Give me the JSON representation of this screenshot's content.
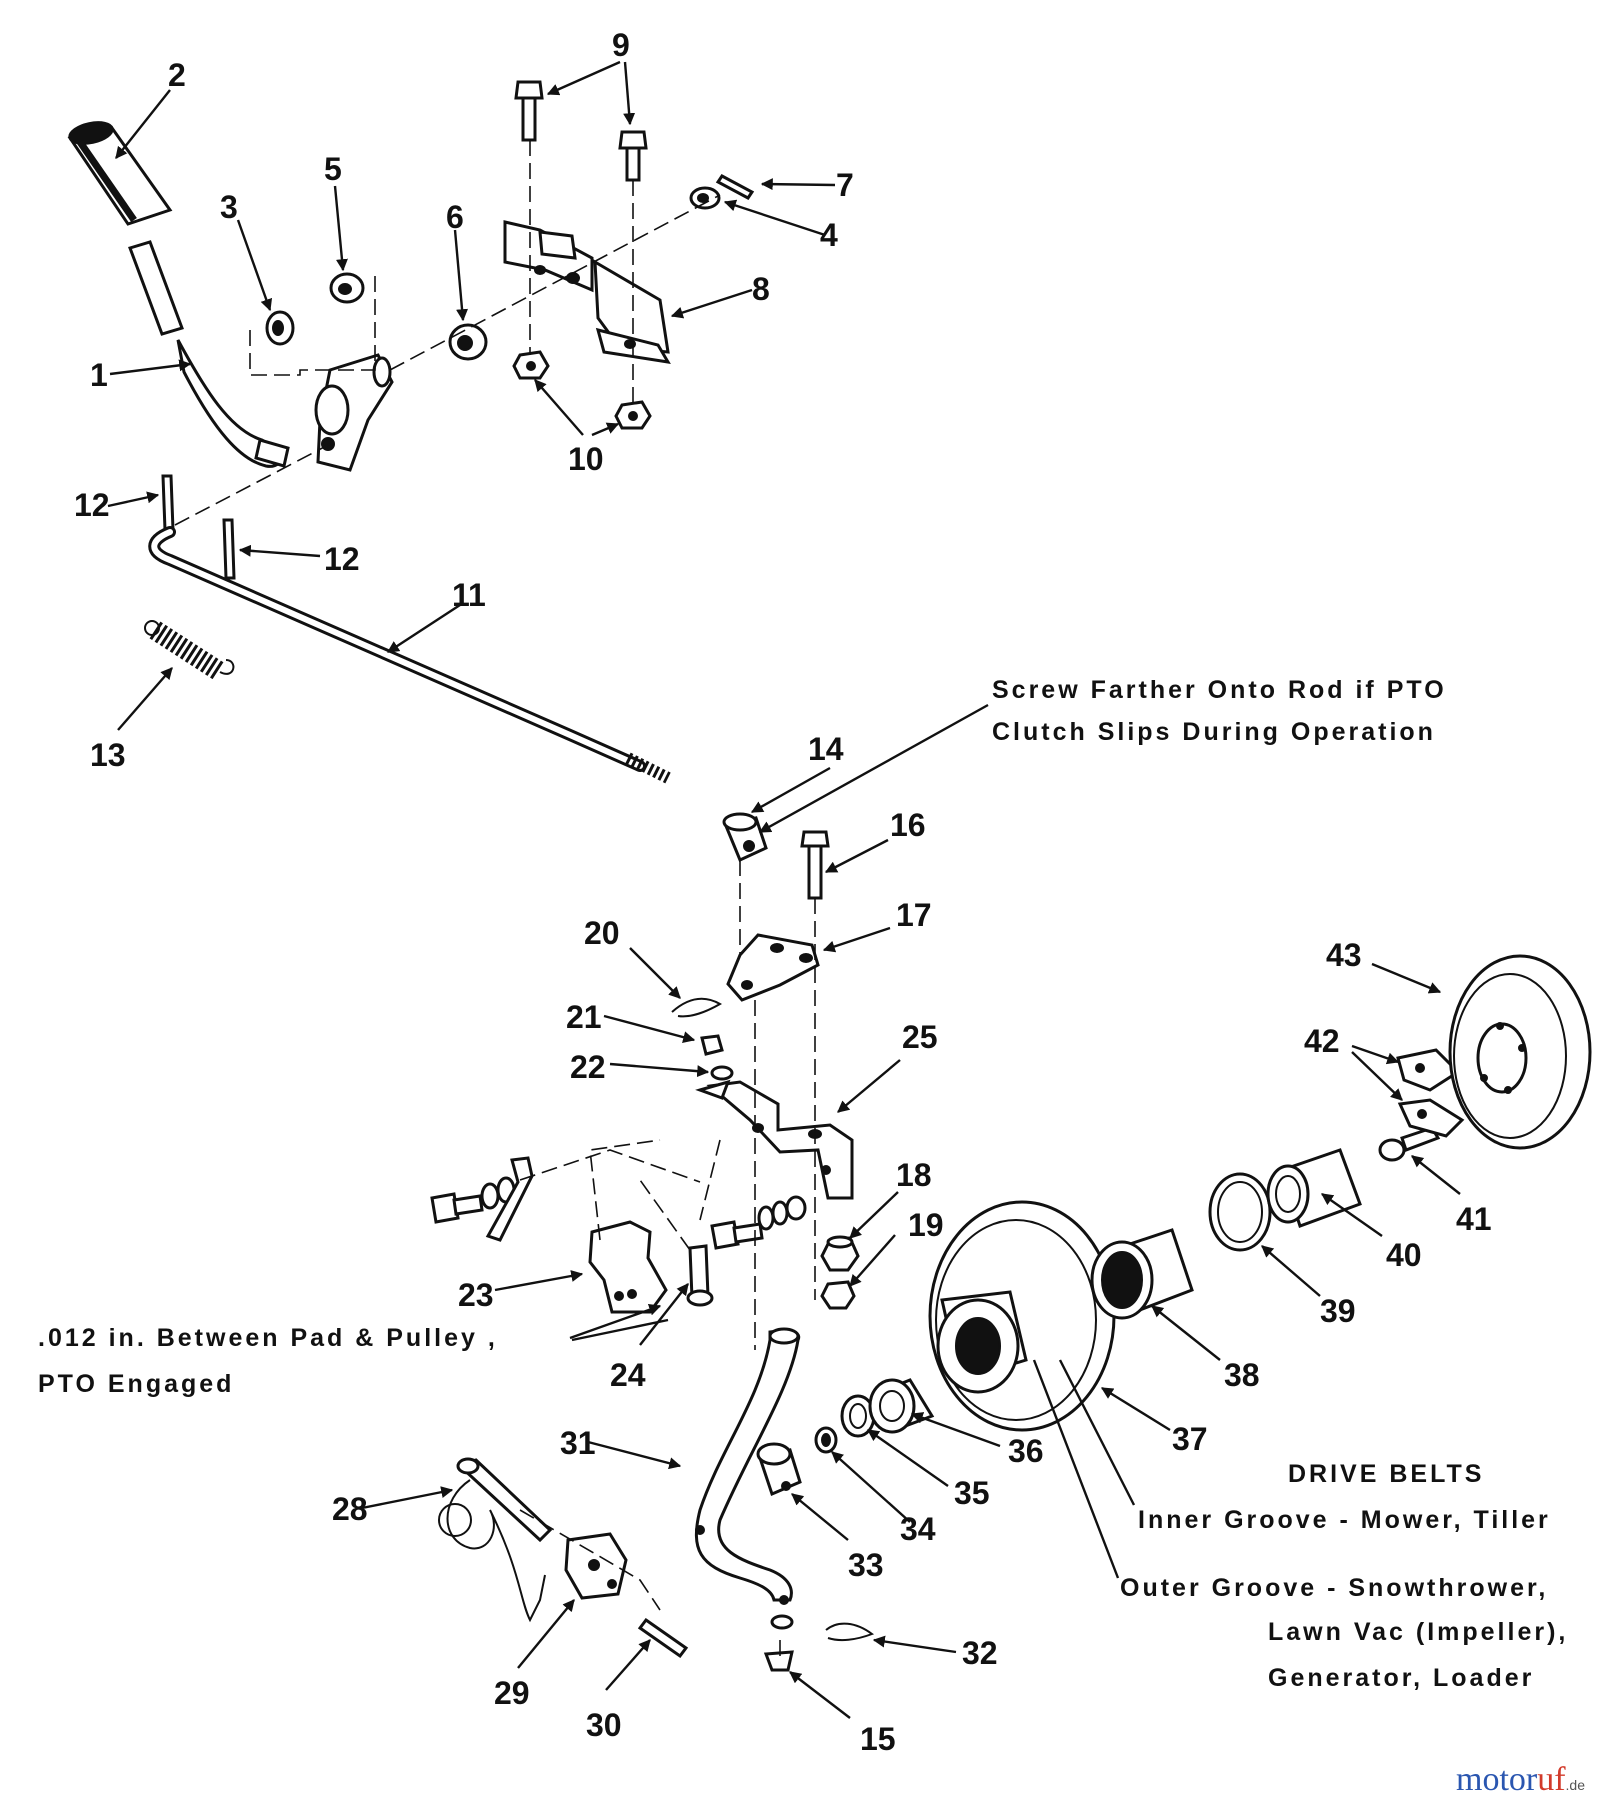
{
  "callouts": [
    "1",
    "2",
    "3",
    "4",
    "5",
    "6",
    "7",
    "8",
    "9",
    "10",
    "11",
    "12",
    "12",
    "13",
    "14",
    "15",
    "16",
    "17",
    "18",
    "19",
    "20",
    "21",
    "22",
    "23",
    "24",
    "25",
    "28",
    "29",
    "30",
    "31",
    "32",
    "33",
    "34",
    "35",
    "36",
    "37",
    "38",
    "39",
    "40",
    "41",
    "42",
    "43"
  ],
  "notes": {
    "pto_rod_line1": "Screw Farther Onto Rod if PTO",
    "pto_rod_line2": "Clutch Slips During Operation",
    "pad_line1": ".012 in. Between Pad & Pulley ,",
    "pad_line2": "PTO Engaged",
    "belts_title": "DRIVE BELTS",
    "inner_groove": "Inner Groove - Mower, Tiller",
    "outer_line1": "Outer Groove - Snowthrower,",
    "outer_line2": "Lawn Vac (Impeller),",
    "outer_line3": "Generator, Loader"
  },
  "watermark": {
    "part1": "motor",
    "part2": "uf",
    "suffix": ".de"
  }
}
